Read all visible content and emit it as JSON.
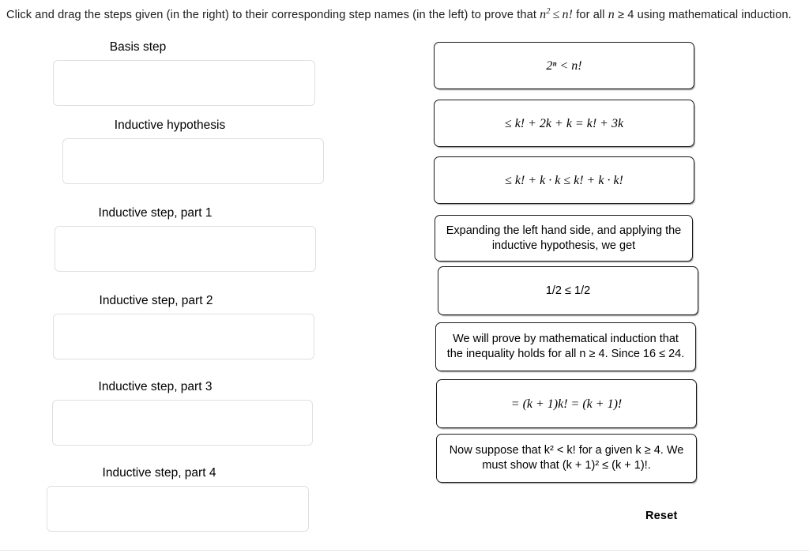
{
  "prompt": {
    "part1": "Click and drag the steps given (in the right) to their corresponding step names (in the left) to prove that ",
    "math_n": "n",
    "math_sup": "2",
    "math_le": "≤",
    "math_nfact": "n!",
    "part2": " for all ",
    "math_n2": "n",
    "part3": " ≥ 4 using mathematical induction."
  },
  "left": {
    "slots": [
      {
        "label": "Basis step",
        "value": ""
      },
      {
        "label": "Inductive hypothesis",
        "value": ""
      },
      {
        "label": "Inductive step, part 1",
        "value": ""
      },
      {
        "label": "Inductive step, part 2",
        "value": ""
      },
      {
        "label": "Inductive step, part 3",
        "value": ""
      },
      {
        "label": "Inductive step, part 4",
        "value": ""
      }
    ]
  },
  "right": {
    "cards": [
      {
        "text": "2ⁿ < n!"
      },
      {
        "text": "≤ k! + 2k + k = k! + 3k"
      },
      {
        "text": "≤ k! + k · k ≤ k! + k · k!"
      },
      {
        "text": "Expanding the left hand side, and applying the inductive hypothesis, we get"
      },
      {
        "text": "1/2 ≤ 1/2"
      },
      {
        "text": "We will prove by mathematical induction that the inequality holds for all n ≥ 4. Since 16 ≤ 24."
      },
      {
        "text": "= (k + 1)k! = (k + 1)!"
      },
      {
        "text": "Now suppose that k² < k! for a given k ≥ 4. We must show that (k + 1)² ≤ (k + 1)!."
      }
    ]
  },
  "actions": {
    "reset_label": "Reset"
  },
  "colors": {
    "card_border": "#1a1a1a",
    "dropzone_border": "#e0e0e0",
    "text": "#000000",
    "background": "#ffffff"
  }
}
